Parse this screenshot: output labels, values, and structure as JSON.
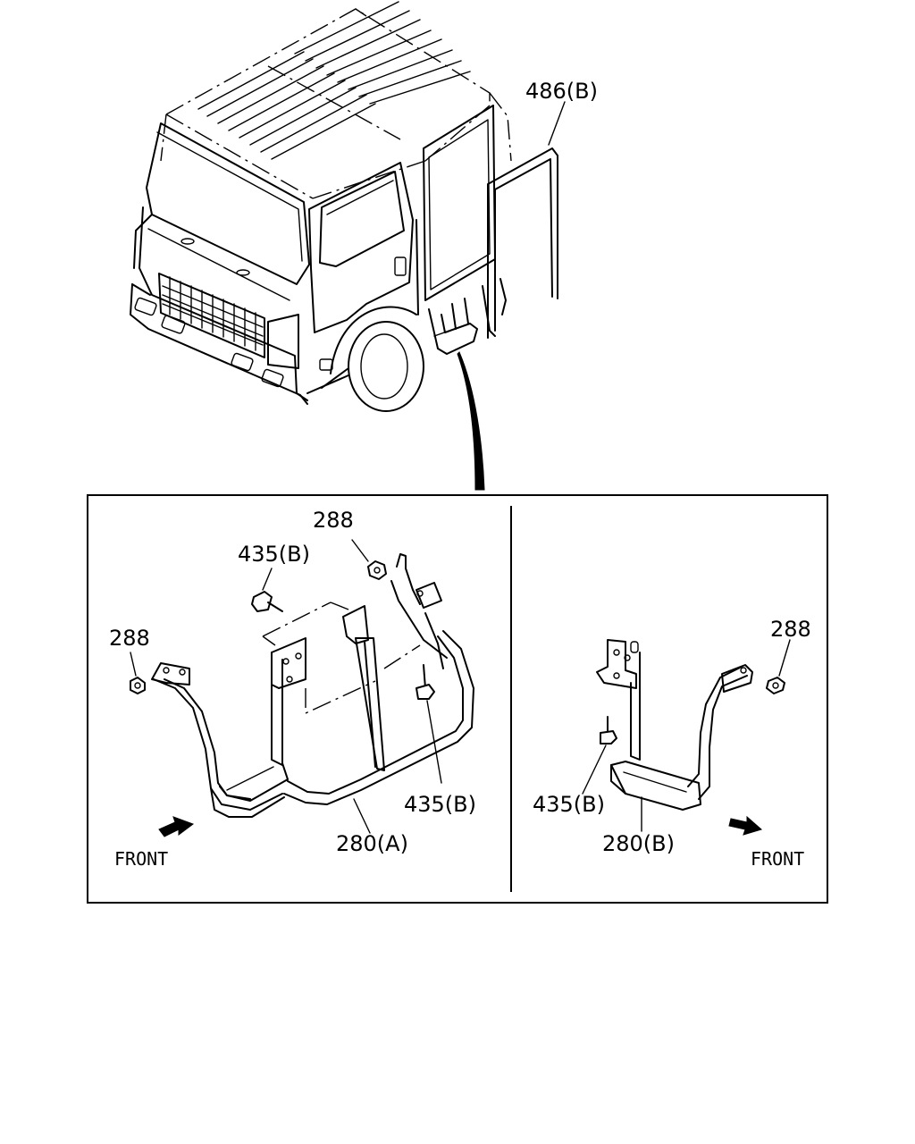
{
  "callouts": {
    "door_seal": "486(B)",
    "nut_top": "288",
    "bolt_left_top": "435(B)",
    "nut_left": "288",
    "bolt_right_mid": "435(B)",
    "step_a": "280(A)",
    "front_left": "FRONT",
    "nut_right": "288",
    "bolt_right_panel": "435(B)",
    "step_b": "280(B)",
    "front_right": "FRONT"
  }
}
